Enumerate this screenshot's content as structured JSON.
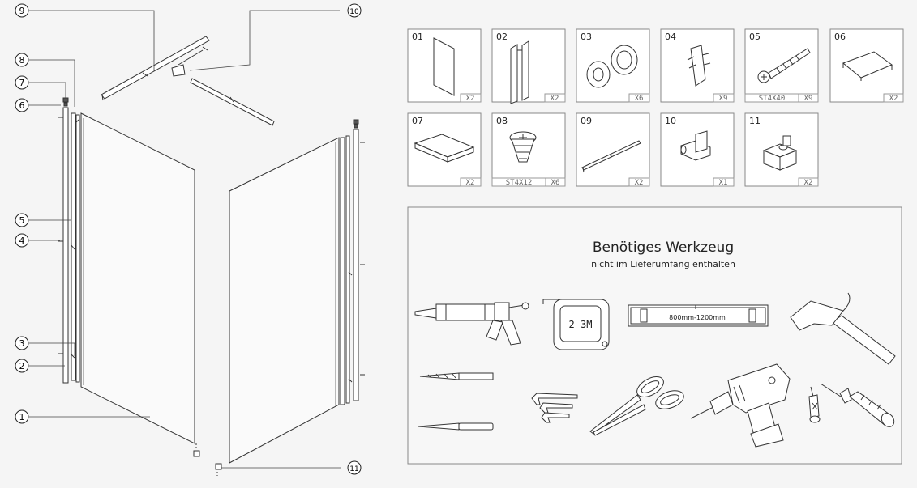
{
  "callouts": [
    {
      "num": "1",
      "label": "①"
    },
    {
      "num": "2",
      "label": "②"
    },
    {
      "num": "3",
      "label": "③"
    },
    {
      "num": "4",
      "label": "④"
    },
    {
      "num": "5",
      "label": "⑤"
    },
    {
      "num": "6",
      "label": "⑥"
    },
    {
      "num": "7",
      "label": "⑦"
    },
    {
      "num": "8",
      "label": "⑧"
    },
    {
      "num": "9",
      "label": "⑨"
    },
    {
      "num": "10",
      "label": "⑩"
    },
    {
      "num": "11",
      "label": "⑪"
    }
  ],
  "parts": [
    {
      "num": "01",
      "spec": "",
      "qty": "X2"
    },
    {
      "num": "02",
      "spec": "",
      "qty": "X2"
    },
    {
      "num": "03",
      "spec": "",
      "qty": "X6"
    },
    {
      "num": "04",
      "spec": "",
      "qty": "X9"
    },
    {
      "num": "05",
      "spec": "ST4X40",
      "qty": "X9"
    },
    {
      "num": "06",
      "spec": "",
      "qty": "X2"
    },
    {
      "num": "07",
      "spec": "",
      "qty": "X2"
    },
    {
      "num": "08",
      "spec": "ST4X12",
      "qty": "X6"
    },
    {
      "num": "09",
      "spec": "",
      "qty": "X2"
    },
    {
      "num": "10",
      "spec": "",
      "qty": "X1"
    },
    {
      "num": "11",
      "spec": "",
      "qty": "X2"
    }
  ],
  "tools": {
    "title": "Benötiges Werkzeug",
    "subtitle": "nicht im Lieferumfang enthalten",
    "tape_label": "2-3M",
    "level_label": "800mm-1200mm"
  }
}
